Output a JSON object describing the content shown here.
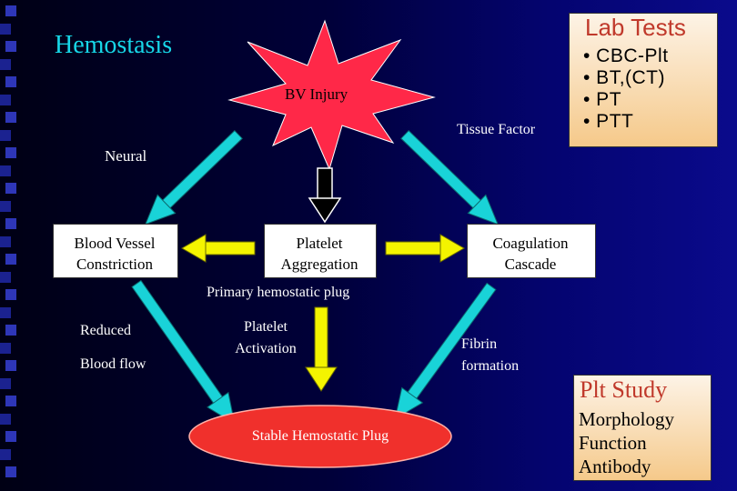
{
  "slide": {
    "title": "Hemostasis",
    "injury_label": "BV Injury",
    "tissue_factor_label": "Tissue Factor",
    "neural_label": "Neural",
    "primary_plug_label": "Primary hemostatic plug",
    "blood_vessel": {
      "line1": "Blood Vessel",
      "line2": "Constriction"
    },
    "platelet_aggregation": {
      "line1": "Platelet",
      "line2": "Aggregation"
    },
    "coagulation": {
      "line1": "Coagulation",
      "line2": "Cascade"
    },
    "reduced_blood_flow": {
      "line1": "Reduced",
      "line2": "Blood flow"
    },
    "platelet_activation": {
      "line1": "Platelet",
      "line2": "Activation"
    },
    "fibrin_formation": {
      "line1": "Fibrin",
      "line2": "formation"
    },
    "stable_plug_label": "Stable  Hemostatic Plug",
    "lab_tests": {
      "title": "Lab Tests",
      "items": [
        "• CBC-Plt",
        "• BT,(CT)",
        "• PT",
        "• PTT"
      ]
    },
    "plt_study": {
      "title": "Plt Study",
      "items": [
        "Morphology",
        "Function",
        "Antibody"
      ]
    }
  },
  "colors": {
    "title": "#17d7e8",
    "cyan_arrow": "#19d3d8",
    "yellow_arrow": "#f4f400",
    "starburst": "#ff2848",
    "plug_ellipse": "#f0302c",
    "lab_title": "#c0392b",
    "box_fill": "#ffffff"
  }
}
